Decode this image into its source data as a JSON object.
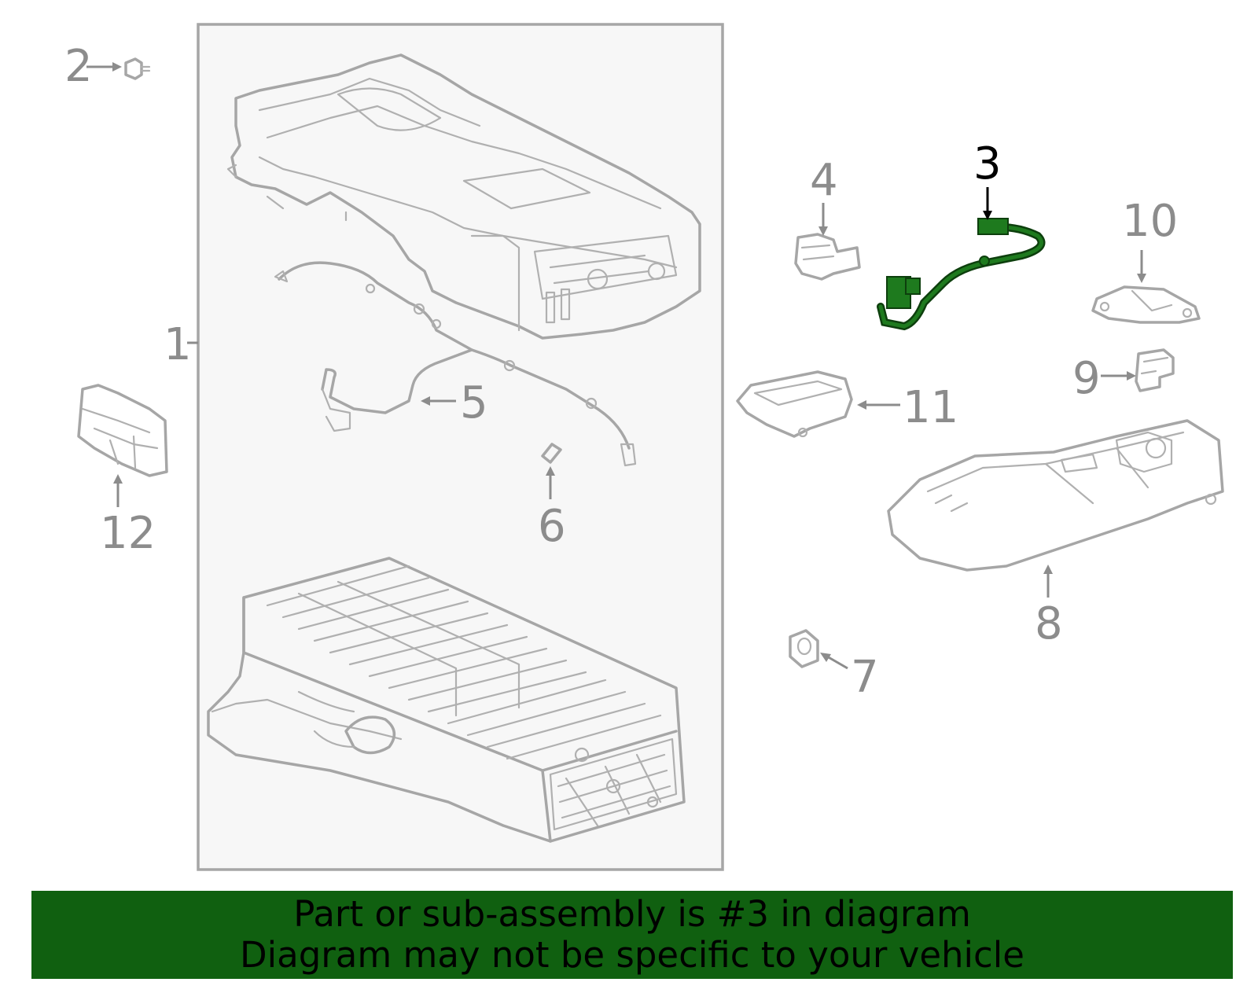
{
  "diagram": {
    "highlighted_part": "3",
    "colors": {
      "highlight": "#106010",
      "outline": "#a6a6a6",
      "callout": "#8c8c8c",
      "panel": "#f7f7f7"
    },
    "callouts": {
      "c1": "1",
      "c2": "2",
      "c3": "3",
      "c4": "4",
      "c5": "5",
      "c6": "6",
      "c7": "7",
      "c8": "8",
      "c9": "9",
      "c10": "10",
      "c11": "11",
      "c12": "12"
    }
  },
  "banner": {
    "line1": "Part or sub-assembly is #3 in diagram",
    "line2": "Diagram may not be specific to your vehicle"
  }
}
